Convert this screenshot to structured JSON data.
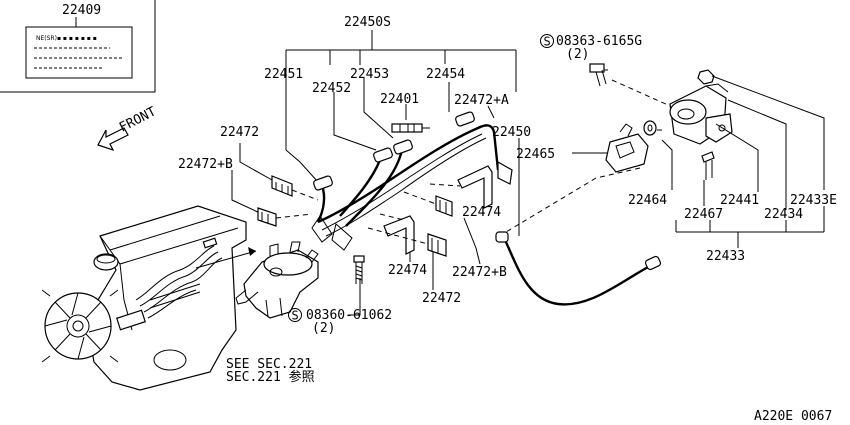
{
  "drawing_code": "A220E 0067",
  "front_label": "FRONT",
  "callouts": {
    "p22409": "22409",
    "p22450S": "22450S",
    "p22451": "22451",
    "p22452": "22452",
    "p22453": "22453",
    "p22454": "22454",
    "p22401": "22401",
    "p22472A": "22472+A",
    "p22472_top": "22472",
    "p22472B_top": "22472+B",
    "p22450": "22450",
    "p22465": "22465",
    "p22474_right": "22474",
    "p22474_mid": "22474",
    "p22472B_bot": "22472+B",
    "p22472_bot": "22472",
    "p22464": "22464",
    "p22441": "22441",
    "p22433E": "22433E",
    "p22467": "22467",
    "p22434": "22434",
    "p22433": "22433"
  },
  "bolts": {
    "top": {
      "symbol": "S",
      "part": "08363-6165G",
      "qty": "(2)"
    },
    "bottom": {
      "symbol": "S",
      "part": "08360-61062",
      "qty": "(2)"
    }
  },
  "see_note": {
    "line1": "SEE SEC.221",
    "line2": "SEC.221 参照"
  },
  "icons": [
    "front-arrow-icon",
    "engine-illustration",
    "distributor-illustration",
    "ignition-coil-illustration",
    "spark-plug-illustration",
    "label-sticker-illustration"
  ]
}
